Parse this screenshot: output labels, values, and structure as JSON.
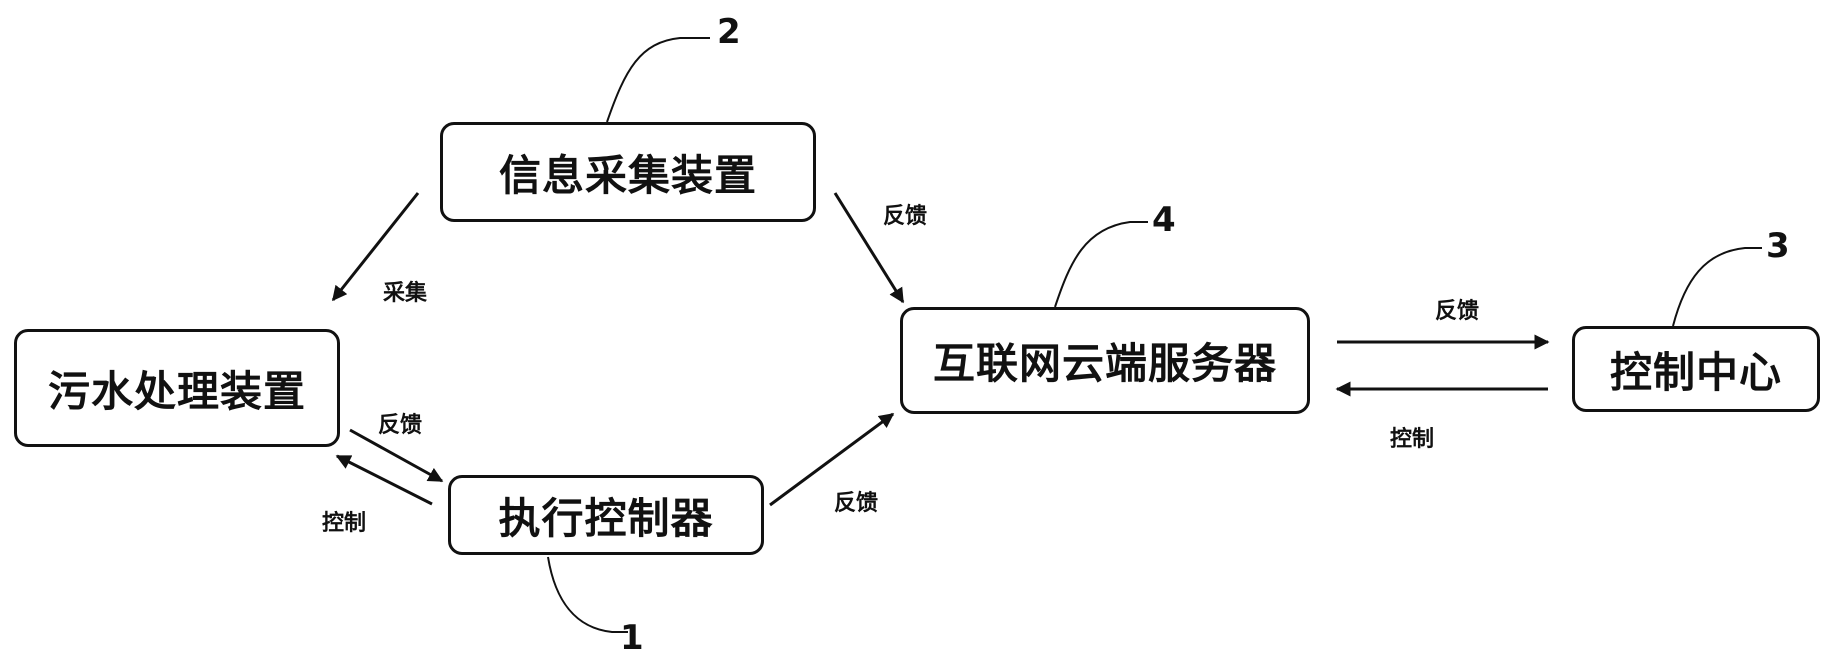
{
  "nodes": {
    "info_collection": "信息采集装置",
    "sewage_treatment": "污水处理装置",
    "actuator_controller": "执行控制器",
    "cloud_server": "互联网云端服务器",
    "control_center": "控制中心"
  },
  "reference_numbers": {
    "actuator_controller": "1",
    "info_collection": "2",
    "control_center": "3",
    "cloud_server": "4"
  },
  "edge_labels": {
    "collect": "采集",
    "info_to_cloud_feedback": "反馈",
    "sewage_to_actuator_feedback": "反馈",
    "actuator_to_sewage_control": "控制",
    "actuator_to_cloud_feedback": "反馈",
    "cloud_to_center_feedback": "反馈",
    "center_to_cloud_control": "控制"
  }
}
